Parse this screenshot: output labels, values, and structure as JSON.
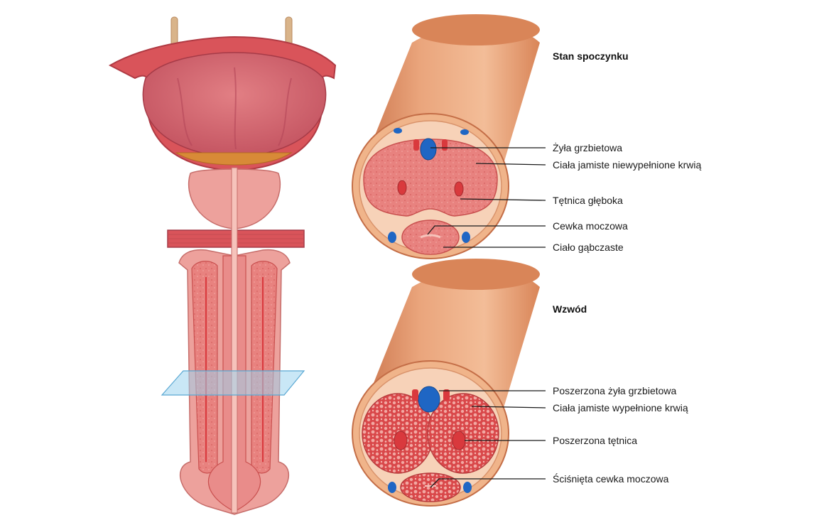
{
  "colors": {
    "background": "#ffffff",
    "tissue": "#e98c8a",
    "tissue_dark": "#c9504f",
    "tissue_light": "#f5b7ae",
    "skin": "#e9a27a",
    "skin_dark": "#c46e47",
    "vein": "#1f66c4",
    "artery": "#d9393d",
    "section_plane": "#9cd3ee",
    "urine": "#d88a37",
    "leader_line": "#1a1a1a"
  },
  "panels": {
    "resting": {
      "title": "Stan spoczynku",
      "labels": [
        "Żyła grzbietowa",
        "Ciała jamiste niewypełnione krwią",
        "Tętnica głęboka",
        "Cewka moczowa",
        "Ciało gąbczaste"
      ]
    },
    "erection": {
      "title": "Wzwód",
      "labels": [
        "Poszerzona żyła grzbietowa",
        "Ciała jamiste wypełnione krwią",
        "Poszerzona tętnica",
        "Ściśnięta cewka moczowa"
      ]
    }
  }
}
